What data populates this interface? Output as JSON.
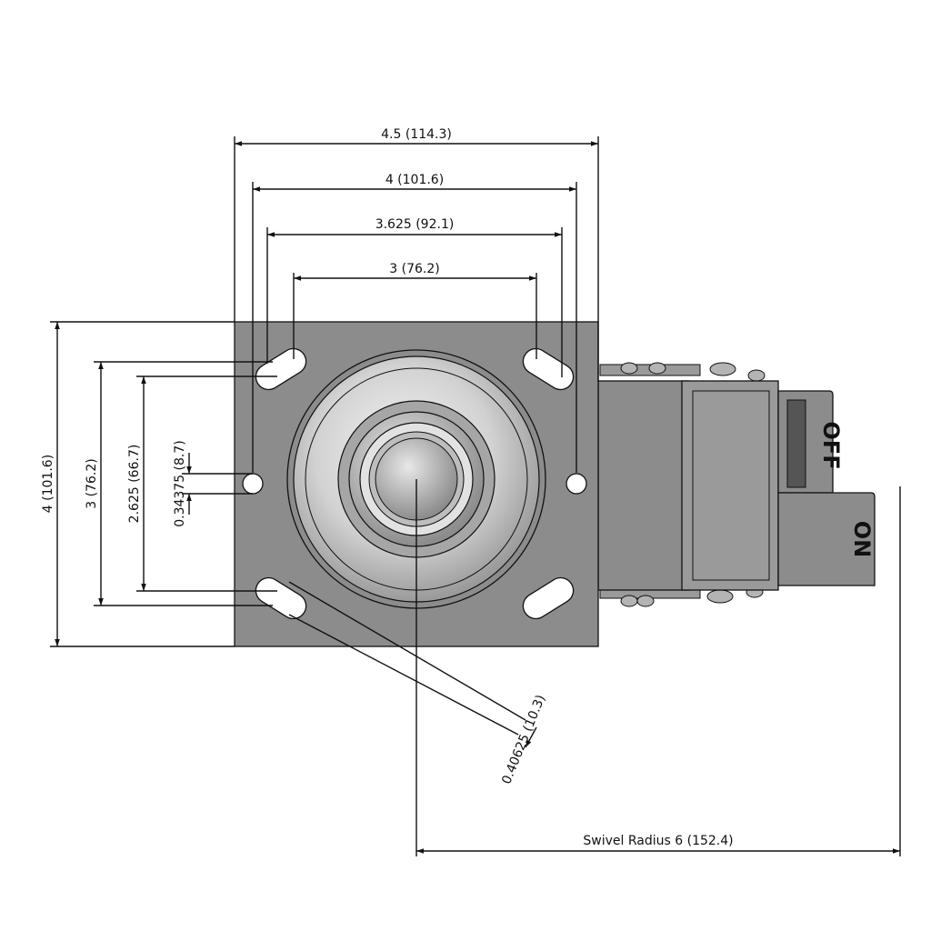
{
  "dimensions": {
    "overall_width": "4.5 (114.3)",
    "hole_outer_width": "4 (101.6)",
    "hole_mid_width": "3.625 (92.1)",
    "hole_inner_width": "3 (76.2)",
    "overall_height": "4 (101.6)",
    "hole_outer_height": "3 (76.2)",
    "hole_inner_height": "2.625 (66.7)",
    "round_hole_dia": "0.34375 (8.7)",
    "slot_width": "0.40625 (10.3)",
    "swivel_radius": "Swivel Radius 6 (152.4)"
  },
  "brake_labels": {
    "off": "OFF",
    "on": "ON"
  },
  "colors": {
    "plate": "#8c8c8c",
    "line": "#111111",
    "background": "#ffffff",
    "bearing_light": "#eeeeee",
    "bearing_dark": "#9a9a9a"
  }
}
